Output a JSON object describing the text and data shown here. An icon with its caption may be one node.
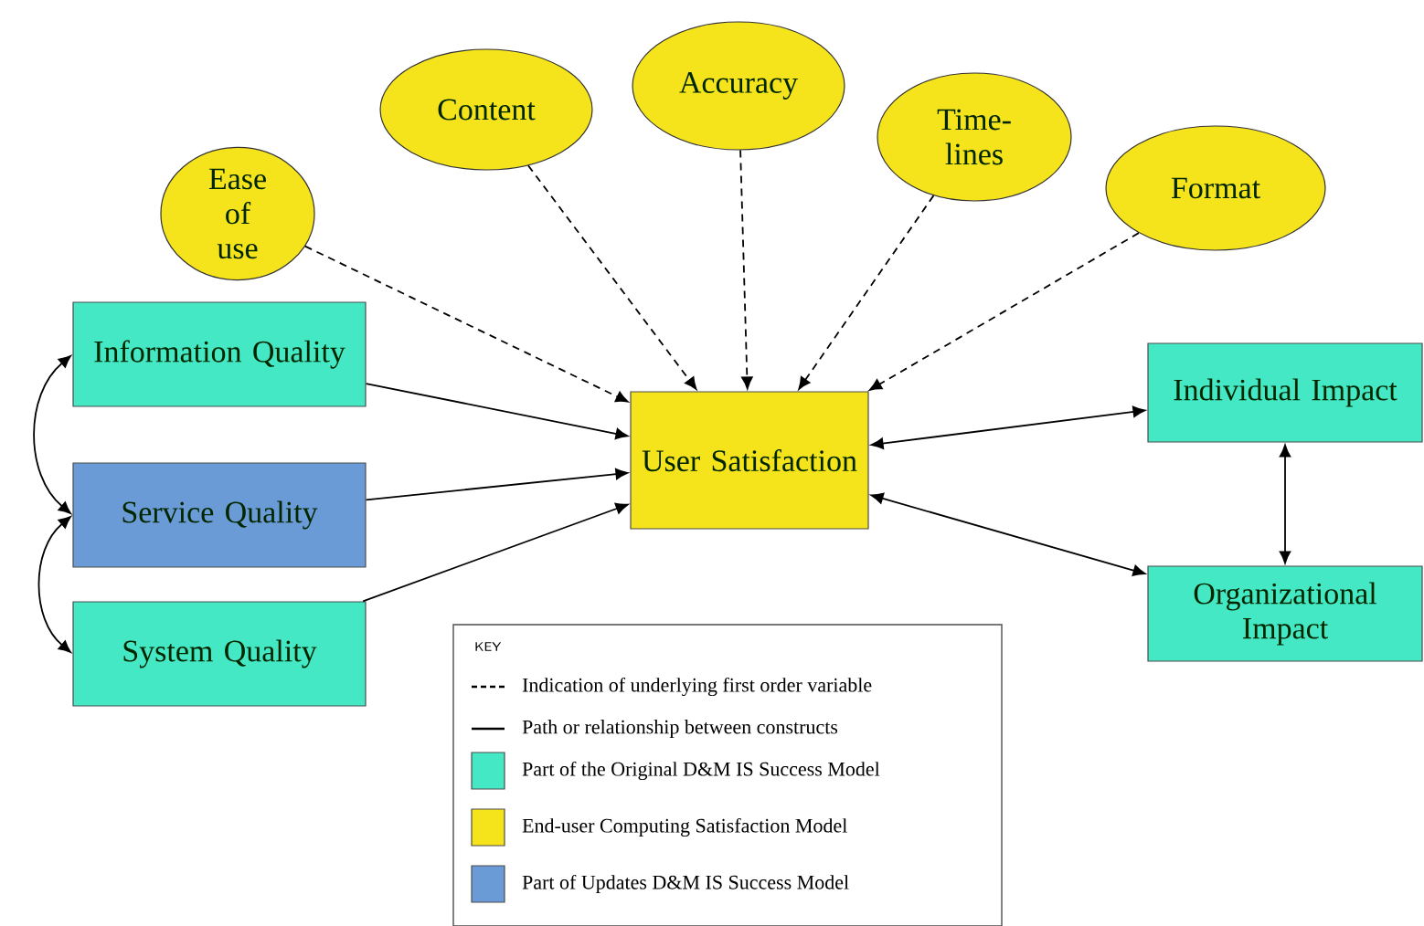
{
  "diagram": {
    "nodes": [
      {
        "text": [
          "Ease of use"
        ]
      },
      {
        "text": [
          "Content"
        ]
      },
      {
        "text": [
          "Accuracy"
        ]
      },
      {
        "text": [
          "Time-lines"
        ]
      },
      {
        "text": [
          "Format"
        ]
      },
      {
        "text": [
          "Information Quality"
        ]
      },
      {
        "text": [
          "Service Quality"
        ]
      },
      {
        "text": [
          "System Quality"
        ]
      },
      {
        "text": [
          "User Satisfaction"
        ]
      },
      {
        "text": [
          "Individual Impact"
        ]
      },
      {
        "text": [
          "Organizational Impact"
        ]
      }
    ],
    "edges": [
      {
        "from": 0,
        "to": 8,
        "arrow": "to",
        "style": "dashed"
      },
      {
        "from": 1,
        "to": 8,
        "arrow": "to",
        "style": "dashed"
      },
      {
        "from": 2,
        "to": 8,
        "arrow": "to",
        "style": "dashed"
      },
      {
        "from": 3,
        "to": 8,
        "arrow": "to",
        "style": "dashed"
      },
      {
        "from": 4,
        "to": 8,
        "arrow": "to",
        "style": "dashed"
      },
      {
        "from": 5,
        "to": 8,
        "arrow": "to"
      },
      {
        "from": 6,
        "to": 8,
        "arrow": "to"
      },
      {
        "from": 7,
        "to": 8,
        "arrow": "to"
      },
      {
        "from": 8,
        "to": 9,
        "arrow": "both"
      },
      {
        "from": 8,
        "to": 10,
        "arrow": "both"
      },
      {
        "from": 9,
        "to": 10,
        "arrow": "both"
      },
      {
        "from": 5,
        "to": 6,
        "arrow": "both"
      },
      {
        "from": 6,
        "to": 7,
        "arrow": "both"
      }
    ],
    "labels": [
      "KEY"
    ],
    "legend": [
      {
        "text": "Indication of underlying first order variable"
      },
      {
        "text": "Path or relationship between constructs"
      },
      {
        "text": "Part of the Original D&M IS Success Model",
        "color": "#45e8c4"
      },
      {
        "text": "End-user Computing Satisfaction Model",
        "color": "#f5e31c"
      },
      {
        "text": "Part of Updates D&M IS Success Model",
        "color": "#6a9bd6"
      }
    ]
  }
}
